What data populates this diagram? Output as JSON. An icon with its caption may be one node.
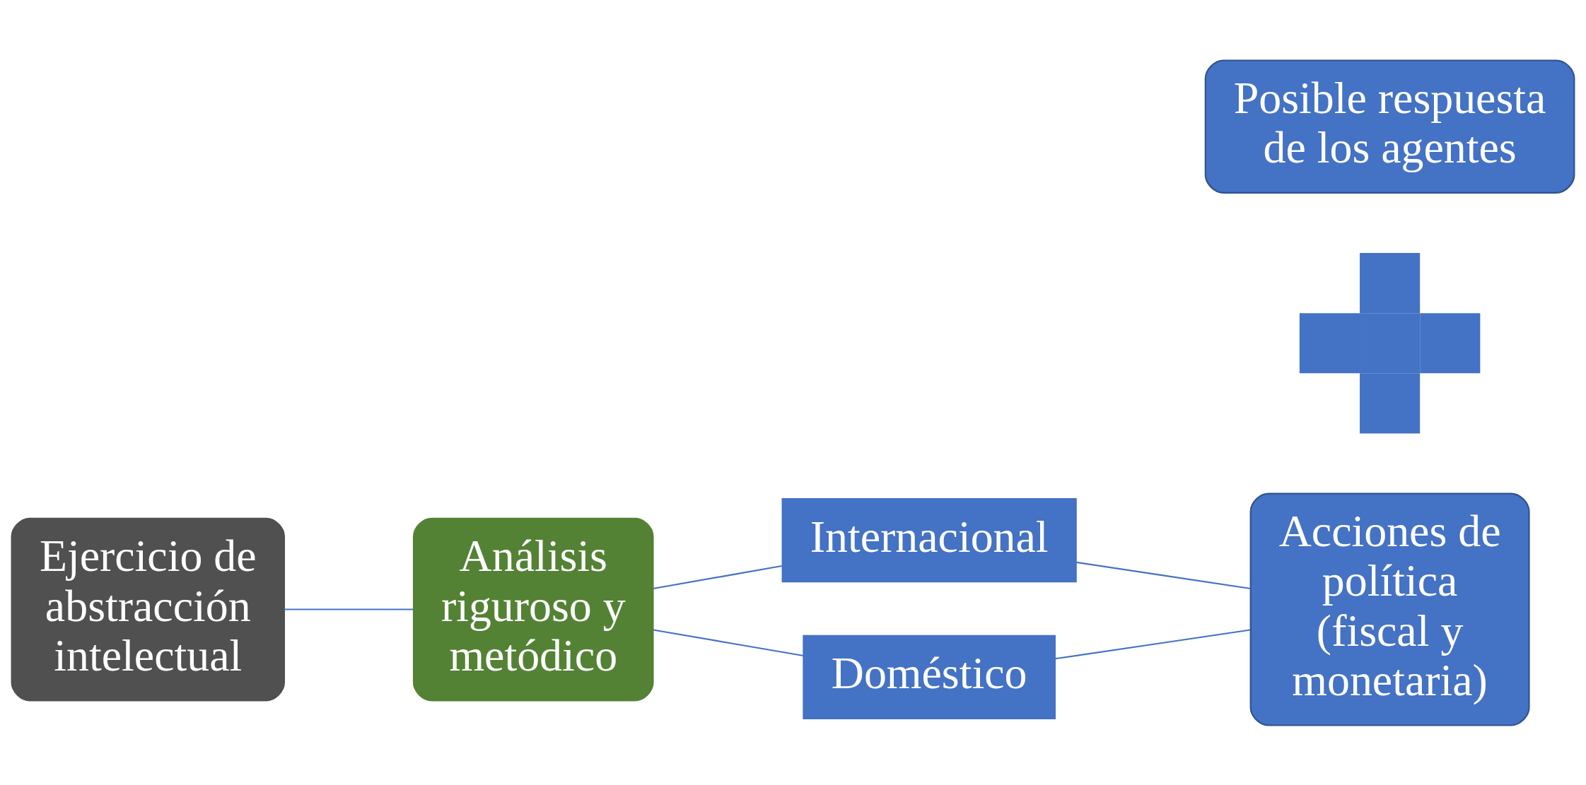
{
  "diagram": {
    "nodes": [
      {
        "text": [
          "Ejercicio de abstracción intelectual"
        ]
      },
      {
        "text": [
          "Análisis riguroso y metódico"
        ]
      },
      {
        "text": [
          "Internacional"
        ]
      },
      {
        "text": [
          "Doméstico"
        ]
      },
      {
        "text": [
          "Acciones de política (fiscal y monetaria)"
        ]
      },
      {
        "text": [],
        "shape": "plus"
      },
      {
        "text": [
          "Posible respuesta de los agentes"
        ]
      }
    ],
    "edges": [
      {
        "from": 0,
        "to": 1,
        "arrow": "none"
      },
      {
        "from": 1,
        "to": 2,
        "arrow": "none"
      },
      {
        "from": 1,
        "to": 3,
        "arrow": "none"
      },
      {
        "from": 2,
        "to": 4,
        "arrow": "none"
      },
      {
        "from": 3,
        "to": 4,
        "arrow": "none"
      }
    ]
  }
}
